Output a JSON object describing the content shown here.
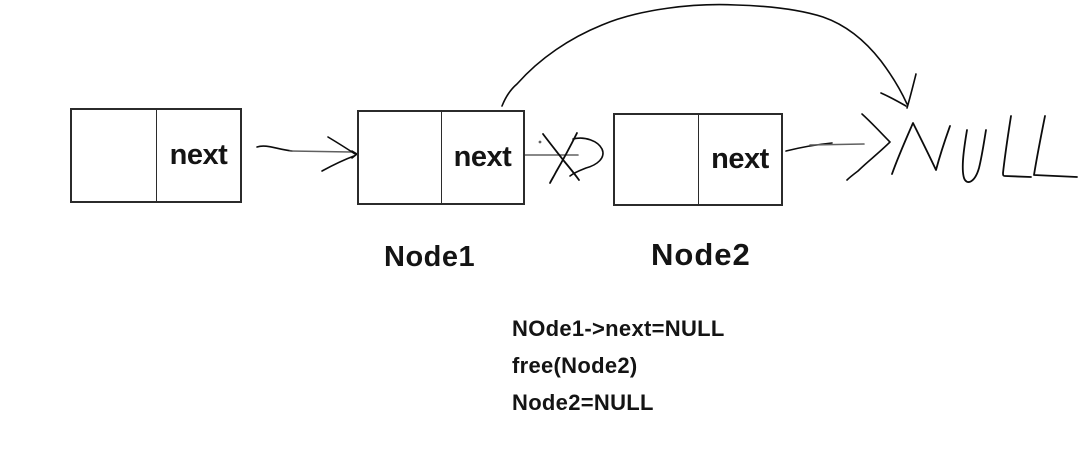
{
  "colors": {
    "background": "#ffffff",
    "ink": "#0c0c0c",
    "connector": "#606060",
    "boxborder": "#2b2b2b",
    "text": "#141414"
  },
  "diagram": {
    "nodes": [
      {
        "name": "head-node",
        "next_label": "next",
        "caption": ""
      },
      {
        "name": "node1",
        "next_label": "next",
        "caption": "Node1"
      },
      {
        "name": "node2",
        "next_label": "next",
        "caption": "Node2"
      }
    ],
    "null_label": "NULL"
  },
  "code": {
    "lines": [
      "NOde1->next=NULL",
      "free(Node2)",
      "Node2=NULL"
    ]
  }
}
